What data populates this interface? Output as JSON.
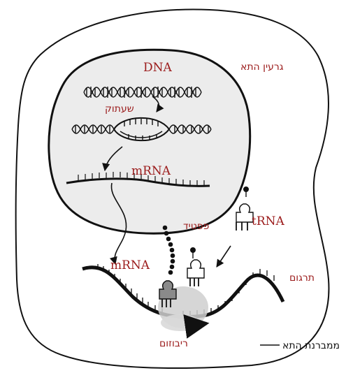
{
  "colors": {
    "label": "#9b1b1b",
    "outline": "#111111",
    "ribosome": "#cfcfcf",
    "nucleus_fill": "#ececec"
  },
  "labels": {
    "nucleus": "גרעין התא",
    "dna": "DNA",
    "transcription": "שעתוק",
    "mrna_nucleus": "mRNA",
    "trna": "tRNA",
    "peptide": "פפטיד",
    "mrna_cytoplasm": "mRNA",
    "translation": "תרגום",
    "ribosome": "ריבוזום",
    "cell_membrane": "ממברנת התא"
  }
}
